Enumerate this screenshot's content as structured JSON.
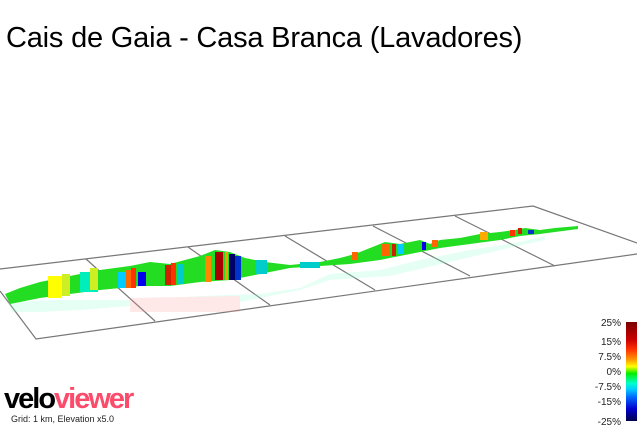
{
  "title": "Cais de Gaia - Casa Branca (Lavadores)",
  "legend": {
    "labels": [
      "25%",
      "15%",
      "7.5%",
      "0%",
      "-7.5%",
      "-15%",
      "-25%"
    ],
    "colors": [
      "#7a0000",
      "#ff0000",
      "#ff9900",
      "#00ee00",
      "#00ffff",
      "#0000ff",
      "#00004a"
    ]
  },
  "branding": {
    "logo_part1": "velo",
    "logo_part2": "viewer",
    "logo_color": "#fc4c6c"
  },
  "caption": "Grid: 1 km, Elevation x5.0",
  "grid": {
    "line_color": "#777777"
  }
}
